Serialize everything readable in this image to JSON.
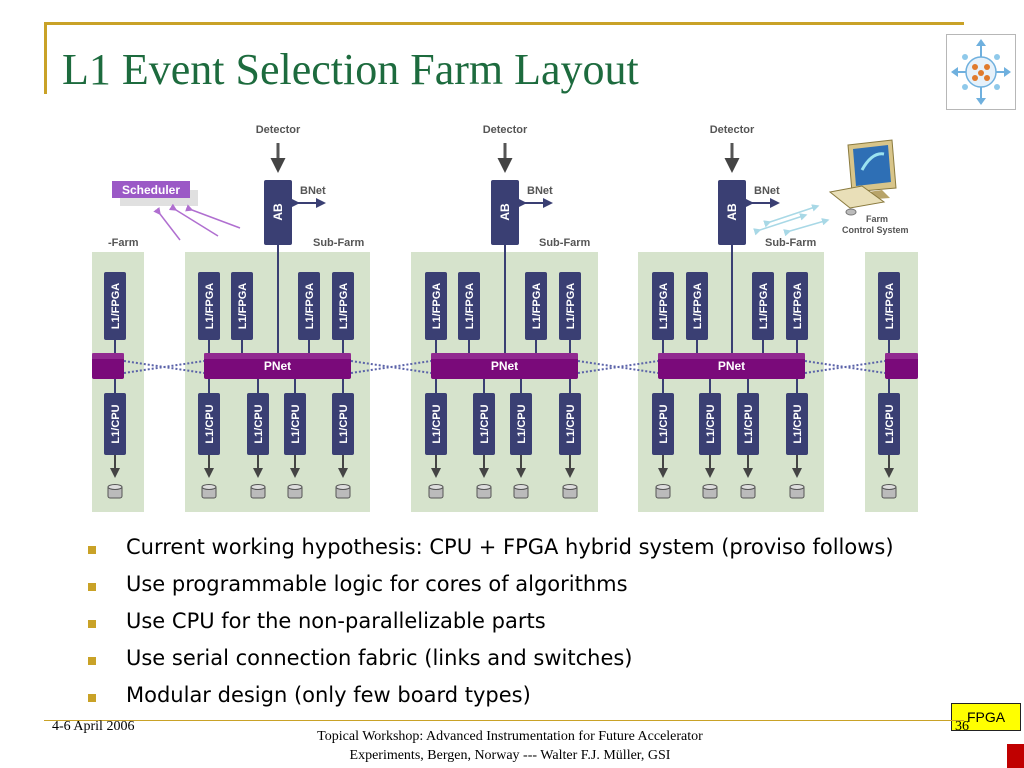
{
  "slide": {
    "title": "L1 Event Selection Farm Layout",
    "bullets": [
      "Current working hypothesis: CPU + FPGA hybrid system (proviso follows)",
      "Use programmable logic for cores of algorithms",
      "Use CPU for the non-parallelizable parts",
      "Use serial connection fabric (links and switches)",
      "Modular design (only few board types)"
    ],
    "footer": {
      "date": "4-6 April 2006",
      "center_line1": "Topical Workshop: Advanced Instrumentation for Future Accelerator",
      "center_line2": "Experiments, Bergen, Norway --- Walter F.J. Müller, GSI",
      "page": "36"
    },
    "badge": "FPGA"
  },
  "diagram": {
    "detector_label": "Detector",
    "ab_label": "AB",
    "bnet_label": "BNet",
    "pnet_label": "PNet",
    "subfarm_label": "Sub-Farm",
    "partial_farm_label": "-Farm",
    "fpga_label": "L1/FPGA",
    "cpu_label": "L1/CPU",
    "scheduler_label": "Scheduler",
    "farm_control_line1": "Farm",
    "farm_control_line2": "Control System"
  },
  "colors": {
    "title": "#1d6b3e",
    "accent_gold": "#c9a227",
    "node_blue": "#3a3f73",
    "pnet_purple": "#7a0a7a",
    "subfarm_bg": "#d6e3cc",
    "scheduler_purple": "#9b59c6",
    "control_arrows": "#a8d8e6"
  }
}
